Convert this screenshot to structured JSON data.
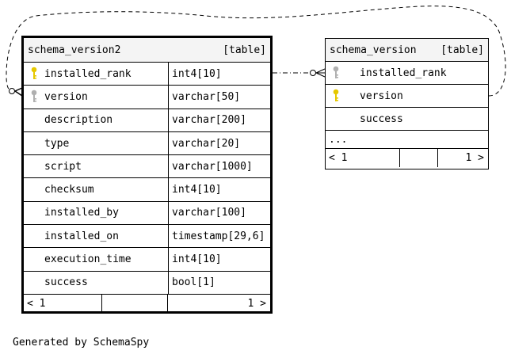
{
  "tables": [
    {
      "name": "schema_version2",
      "kind": "[table]",
      "columns": [
        {
          "name": "installed_rank",
          "type": "int4[10]",
          "key": "primary"
        },
        {
          "name": "version",
          "type": "varchar[50]",
          "key": "foreign"
        },
        {
          "name": "description",
          "type": "varchar[200]",
          "key": ""
        },
        {
          "name": "type",
          "type": "varchar[20]",
          "key": ""
        },
        {
          "name": "script",
          "type": "varchar[1000]",
          "key": ""
        },
        {
          "name": "checksum",
          "type": "int4[10]",
          "key": ""
        },
        {
          "name": "installed_by",
          "type": "varchar[100]",
          "key": ""
        },
        {
          "name": "installed_on",
          "type": "timestamp[29,6]",
          "key": ""
        },
        {
          "name": "execution_time",
          "type": "int4[10]",
          "key": ""
        },
        {
          "name": "success",
          "type": "bool[1]",
          "key": ""
        }
      ],
      "footer": {
        "left": "< 1",
        "right": "1 >"
      }
    },
    {
      "name": "schema_version",
      "kind": "[table]",
      "columns": [
        {
          "name": "installed_rank",
          "key": "foreign"
        },
        {
          "name": "version",
          "key": "primary"
        },
        {
          "name": "success",
          "key": ""
        }
      ],
      "more": "...",
      "footer": {
        "left": "< 1",
        "right": "1 >"
      }
    }
  ],
  "credit": "Generated by SchemaSpy",
  "colors": {
    "primary_key": "#e6c800",
    "foreign_key": "#b0b0b0",
    "header_bg": "#f4f4f4"
  }
}
